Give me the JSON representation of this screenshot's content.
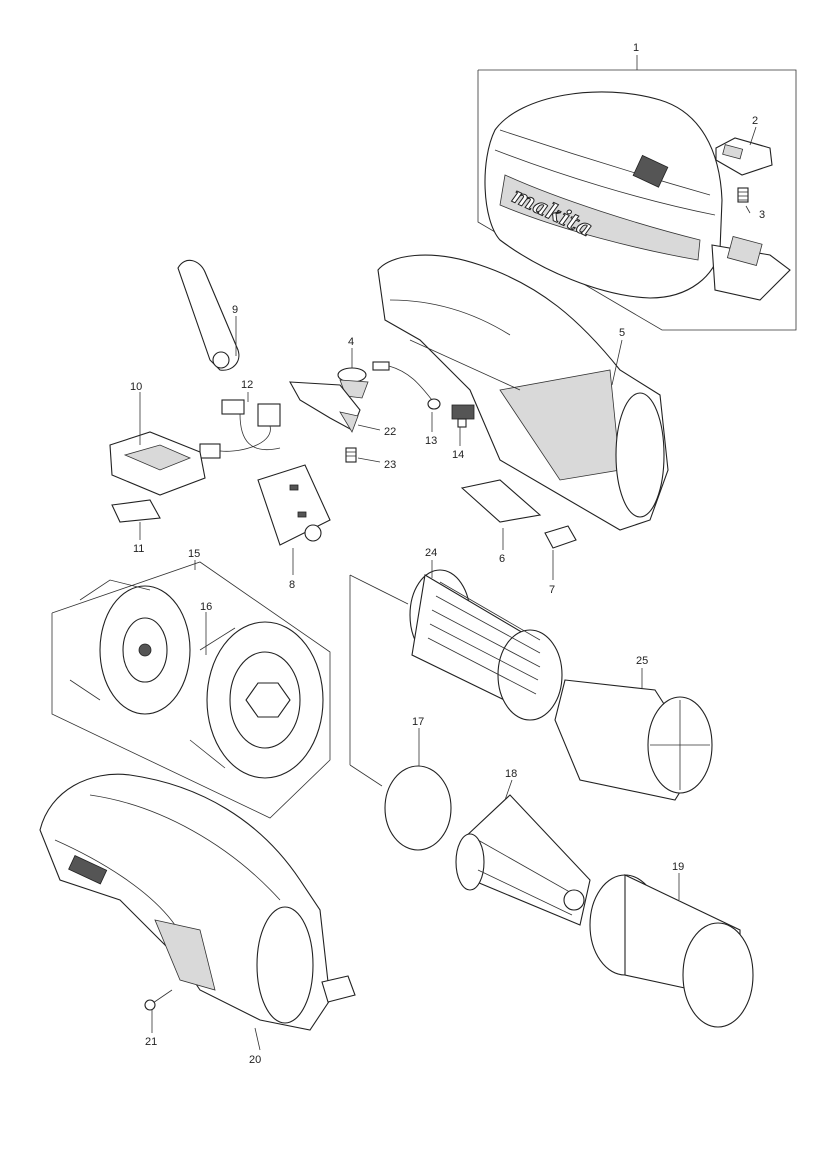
{
  "diagram": {
    "brand_logo_text": "makita",
    "parts": [
      {
        "id": "p1",
        "label": "1"
      },
      {
        "id": "p2",
        "label": "2"
      },
      {
        "id": "p3",
        "label": "3"
      },
      {
        "id": "p4",
        "label": "4"
      },
      {
        "id": "p5",
        "label": "5"
      },
      {
        "id": "p6",
        "label": "6"
      },
      {
        "id": "p7",
        "label": "7"
      },
      {
        "id": "p8",
        "label": "8"
      },
      {
        "id": "p9",
        "label": "9"
      },
      {
        "id": "p10",
        "label": "10"
      },
      {
        "id": "p11",
        "label": "11"
      },
      {
        "id": "p12",
        "label": "12"
      },
      {
        "id": "p13",
        "label": "13"
      },
      {
        "id": "p14",
        "label": "14"
      },
      {
        "id": "p15",
        "label": "15"
      },
      {
        "id": "p16",
        "label": "16"
      },
      {
        "id": "p17",
        "label": "17"
      },
      {
        "id": "p18",
        "label": "18"
      },
      {
        "id": "p19",
        "label": "19"
      },
      {
        "id": "p20",
        "label": "20"
      },
      {
        "id": "p21",
        "label": "21"
      },
      {
        "id": "p22",
        "label": "22"
      },
      {
        "id": "p23",
        "label": "23"
      },
      {
        "id": "p24",
        "label": "24"
      },
      {
        "id": "p25",
        "label": "25"
      }
    ]
  }
}
